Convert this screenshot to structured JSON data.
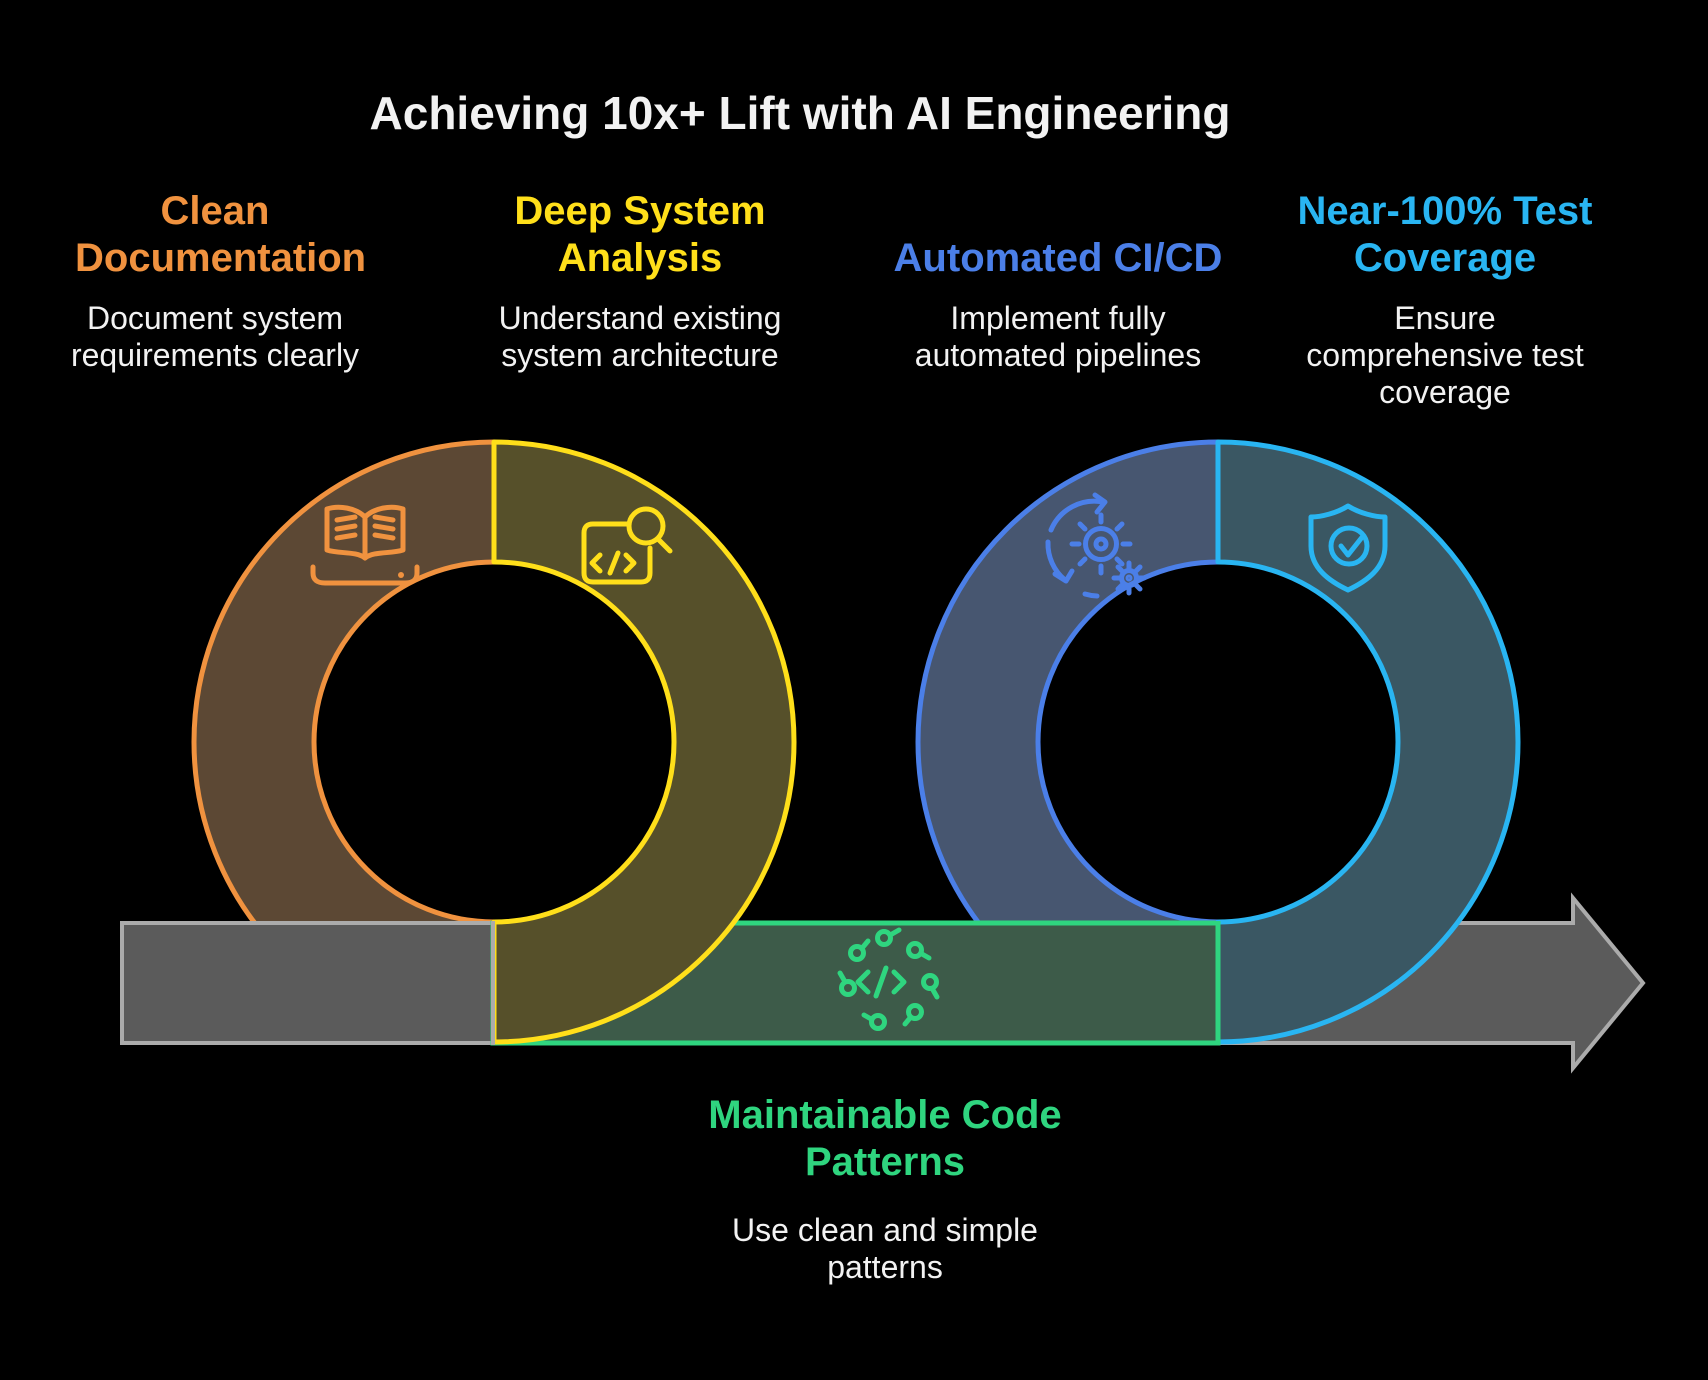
{
  "title": "Achieving 10x+ Lift with AI Engineering",
  "steps": [
    {
      "id": "clean-documentation",
      "label": "Clean Documentation",
      "description": "Document system requirements clearly",
      "color": "#f0923f",
      "ring_fill": "#5c4834",
      "icon": "open-book-icon"
    },
    {
      "id": "deep-system-analysis",
      "label": "Deep System Analysis",
      "description": "Understand existing system architecture",
      "color": "#ffdf1a",
      "ring_fill": "#56502a",
      "icon": "code-search-icon"
    },
    {
      "id": "automated-ci-cd",
      "label": "Automated CI/CD",
      "description": "Implement fully automated pipelines",
      "color": "#4b7fe8",
      "ring_fill": "#475670",
      "icon": "gears-sync-icon"
    },
    {
      "id": "near-100-test-coverage",
      "label": "Near-100% Test Coverage",
      "description": "Ensure comprehensive test coverage",
      "color": "#29b5f2",
      "ring_fill": "#3a5763",
      "icon": "shield-check-icon"
    },
    {
      "id": "maintainable-code-patterns",
      "label": "Maintainable Code Patterns",
      "description": "Use clean and simple patterns",
      "color": "#2fd57f",
      "ring_fill": "#3d5b49",
      "icon": "code-pattern-icon"
    }
  ],
  "band": {
    "gray_fill": "#5b5b5b",
    "gray_stroke": "#ababab",
    "green_fill": "#3d5b49",
    "green_stroke": "#2fd57f"
  },
  "colors": {
    "background": "#000000",
    "title_text": "#f2f2f2",
    "description_text": "#f2f2f2"
  }
}
